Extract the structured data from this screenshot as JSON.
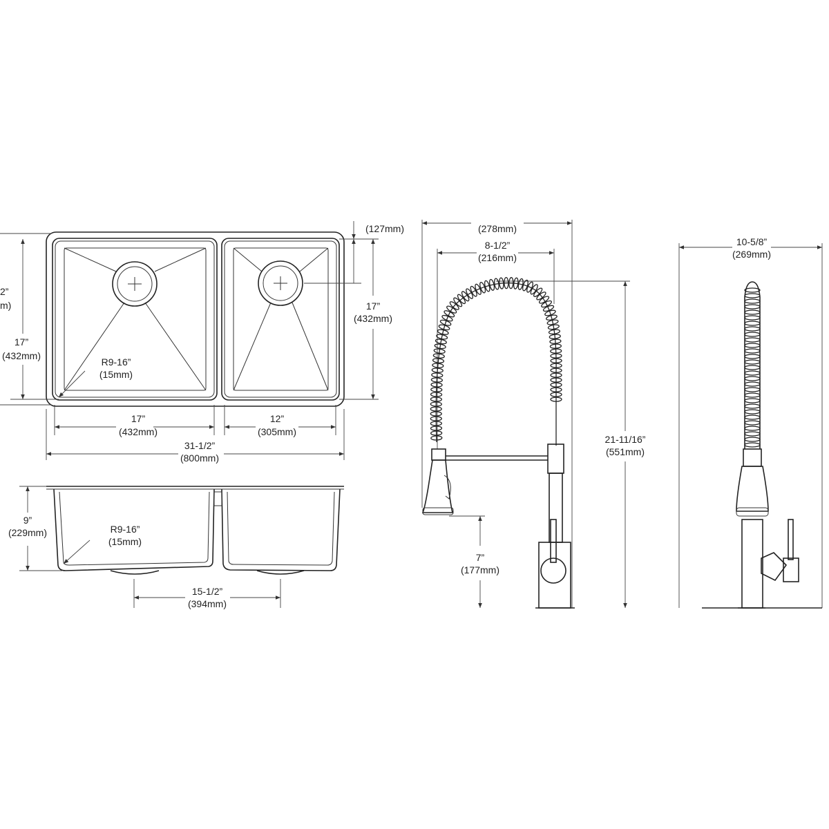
{
  "plan": {
    "left_depth_in": "17”",
    "left_depth_mm": "(432mm)",
    "partial_in": "2”",
    "partial_mm": "m)",
    "drain_offset_mm": "(127mm)",
    "right_depth_in": "17”",
    "right_depth_mm": "(432mm)",
    "radius_in": "R9-16”",
    "radius_mm": "(15mm)",
    "left_bowl_width_in": "17”",
    "left_bowl_width_mm": "(432mm)",
    "right_bowl_width_in": "12”",
    "right_bowl_width_mm": "(305mm)",
    "overall_width_in": "31-1/2”",
    "overall_width_mm": "(800mm)"
  },
  "section": {
    "depth_in": "9”",
    "depth_mm": "(229mm)",
    "radius_in": "R9-16”",
    "radius_mm": "(15mm)",
    "drain_spacing_in": "15-1/2”",
    "drain_spacing_mm": "(394mm)"
  },
  "faucet_front": {
    "overall_width_mm": "(278mm)",
    "reach_in": "8-1/2”",
    "reach_mm": "(216mm)",
    "height_in": "21-11/16”",
    "height_mm": "(551mm)",
    "spout_height_in": "7”",
    "spout_height_mm": "(177mm)"
  },
  "faucet_side": {
    "depth_in": "10-5/8”",
    "depth_mm": "(269mm)"
  }
}
